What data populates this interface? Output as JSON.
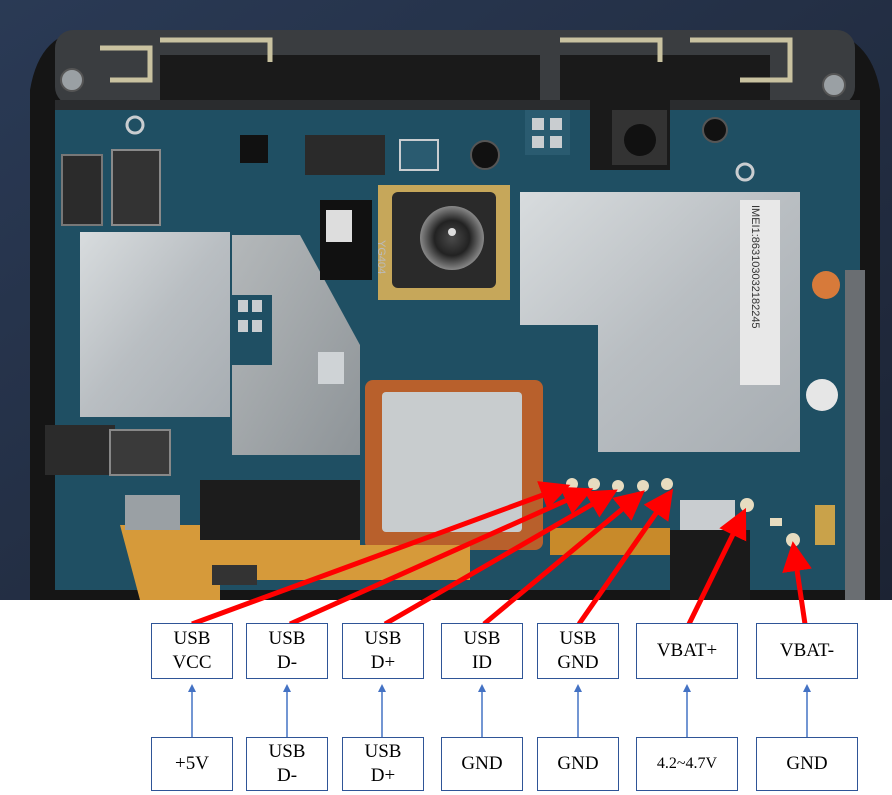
{
  "labels": {
    "usb_vcc": {
      "line1": "USB",
      "line2": "VCC"
    },
    "usb_dm": {
      "line1": "USB",
      "line2": "D-"
    },
    "usb_dp": {
      "line1": "USB",
      "line2": "D+"
    },
    "usb_id": {
      "line1": "USB",
      "line2": "ID"
    },
    "usb_gnd": {
      "line1": "USB",
      "line2": "GND"
    },
    "vbat_plus": {
      "line1": "VBAT+"
    },
    "vbat_minus": {
      "line1": "VBAT-"
    }
  },
  "sources": {
    "usb_vcc": {
      "line1": "+5V"
    },
    "usb_dm": {
      "line1": "USB",
      "line2": "D-"
    },
    "usb_dp": {
      "line1": "USB",
      "line2": "D+"
    },
    "usb_id": {
      "line1": "GND"
    },
    "usb_gnd": {
      "line1": "GND"
    },
    "vbat_plus": {
      "line1": "4.2~4.7V"
    },
    "vbat_minus": {
      "line1": "GND"
    }
  },
  "photo_print": {
    "imei_text": "IMEI1:863103032182245",
    "chip_text": "YG404"
  },
  "colors": {
    "pointer_arrow": "#ff0000",
    "box_border": "#2f5597",
    "link_arrow": "#4472c4",
    "pcb": "#1f4f63",
    "shield": "#c9cdd0"
  }
}
